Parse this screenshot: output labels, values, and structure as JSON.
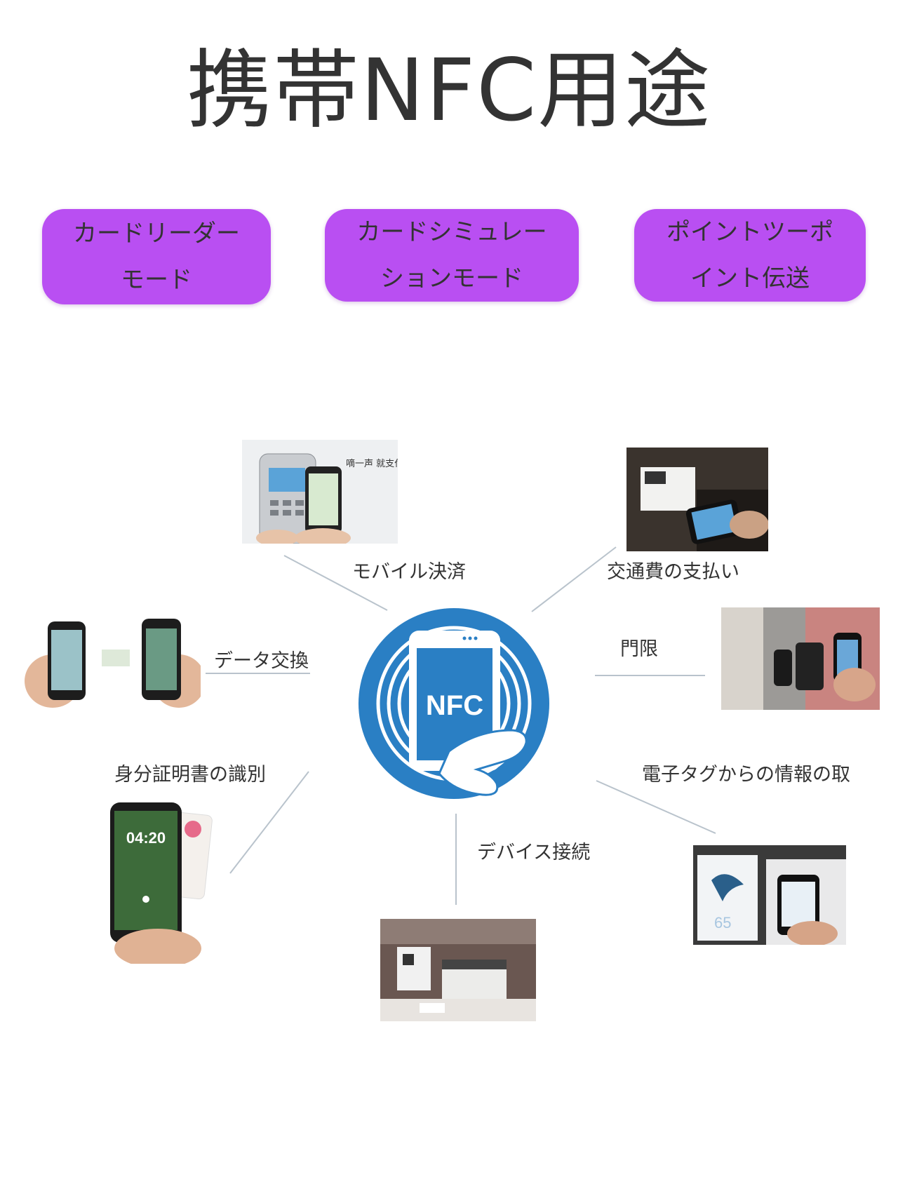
{
  "title": "携帯NFC用途",
  "modes": [
    "カードリーダーモード",
    "カードシミュレーションモード",
    "ポイントツーポイント伝送"
  ],
  "center_logo": {
    "text": "NFC",
    "color": "#2a7fc4"
  },
  "uses": {
    "mobile_payment": "モバイル決済",
    "transport": "交通費の支払い",
    "data_exchange": "データ交換",
    "access_control": "門限",
    "id_recognition": "身分証明書の識別",
    "tag_reading": "電子タグからの情報の取",
    "device_connection": "デバイス接続"
  },
  "photos": {
    "payment_caption": "嘀一声 就支付",
    "phone_clock": "04:20"
  },
  "colors": {
    "pill": "#b94ff2",
    "text": "#333333",
    "line": "#b9c3cc"
  }
}
